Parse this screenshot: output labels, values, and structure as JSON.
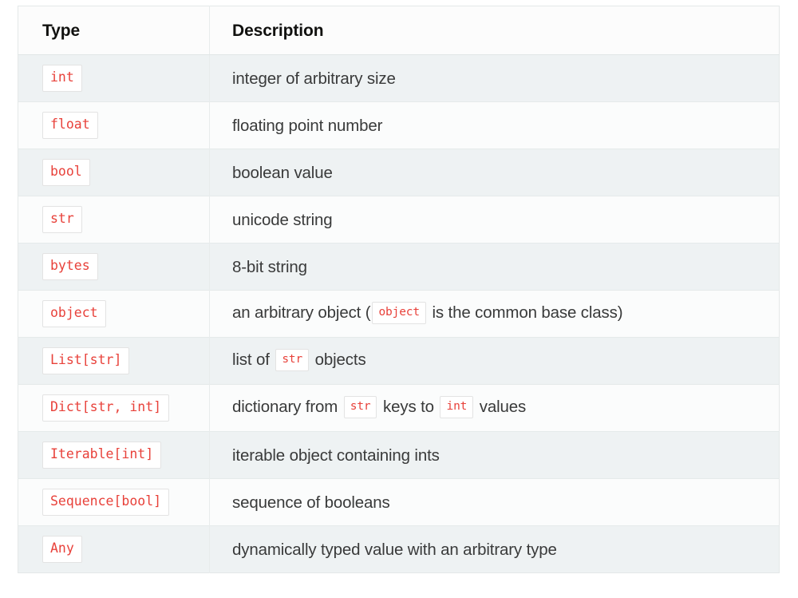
{
  "table": {
    "columns": [
      {
        "key": "type",
        "label": "Type"
      },
      {
        "key": "description",
        "label": "Description"
      }
    ],
    "colors": {
      "code_text": "#e8413a",
      "code_background": "#ffffff",
      "code_border": "#e3e3e3",
      "row_odd_background": "#eef2f3",
      "row_even_background": "#fbfcfc",
      "header_text": "#11110f",
      "description_text": "#393a3a",
      "table_border": "#e4e8e8",
      "page_background": "#ffffff"
    },
    "rows": [
      {
        "type": "int",
        "description_parts": [
          {
            "kind": "text",
            "value": "integer of arbitrary size"
          }
        ],
        "description_plain": "integer of arbitrary size"
      },
      {
        "type": "float",
        "description_parts": [
          {
            "kind": "text",
            "value": "floating point number"
          }
        ],
        "description_plain": "floating point number"
      },
      {
        "type": "bool",
        "description_parts": [
          {
            "kind": "text",
            "value": "boolean value"
          }
        ],
        "description_plain": "boolean value"
      },
      {
        "type": "str",
        "description_parts": [
          {
            "kind": "text",
            "value": "unicode string"
          }
        ],
        "description_plain": "unicode string"
      },
      {
        "type": "bytes",
        "description_parts": [
          {
            "kind": "text",
            "value": "8-bit string"
          }
        ],
        "description_plain": "8-bit string"
      },
      {
        "type": "object",
        "description_parts": [
          {
            "kind": "text",
            "value": "an arbitrary object ("
          },
          {
            "kind": "code",
            "value": "object"
          },
          {
            "kind": "text",
            "value": "is the common base class)"
          }
        ],
        "description_plain": "an arbitrary object ( object is the common base class)"
      },
      {
        "type": "List[str]",
        "description_parts": [
          {
            "kind": "text",
            "value": "list of"
          },
          {
            "kind": "code",
            "value": "str"
          },
          {
            "kind": "text",
            "value": "objects"
          }
        ],
        "description_plain": "list of str objects"
      },
      {
        "type": "Dict[str, int]",
        "description_parts": [
          {
            "kind": "text",
            "value": "dictionary from"
          },
          {
            "kind": "code",
            "value": "str"
          },
          {
            "kind": "text",
            "value": "keys to"
          },
          {
            "kind": "code",
            "value": "int"
          },
          {
            "kind": "text",
            "value": "values"
          }
        ],
        "description_plain": "dictionary from str keys to int values"
      },
      {
        "type": "Iterable[int]",
        "description_parts": [
          {
            "kind": "text",
            "value": "iterable object containing ints"
          }
        ],
        "description_plain": "iterable object containing ints"
      },
      {
        "type": "Sequence[bool]",
        "description_parts": [
          {
            "kind": "text",
            "value": "sequence of booleans"
          }
        ],
        "description_plain": "sequence of booleans"
      },
      {
        "type": "Any",
        "description_parts": [
          {
            "kind": "text",
            "value": "dynamically typed value with an arbitrary type"
          }
        ],
        "description_plain": "dynamically typed value with an arbitrary type"
      }
    ]
  }
}
